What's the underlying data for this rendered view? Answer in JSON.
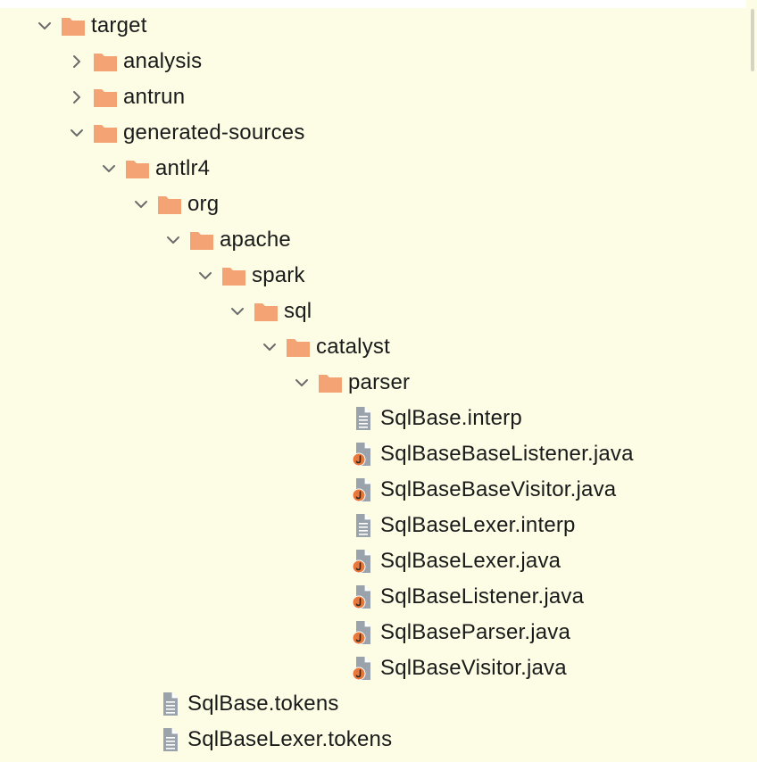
{
  "colors": {
    "background": "#fdfde6",
    "folder": "#f4a474",
    "file": "#9aa2ab",
    "java_badge": "#e9783a",
    "text": "#1a1a1a",
    "chevron": "#6b6b6b"
  },
  "tree": {
    "nodes": [
      {
        "label": "target",
        "depth": 0,
        "type": "folder",
        "state": "expanded",
        "icon": "folder-icon"
      },
      {
        "label": "analysis",
        "depth": 1,
        "type": "folder",
        "state": "collapsed",
        "icon": "folder-icon"
      },
      {
        "label": "antrun",
        "depth": 1,
        "type": "folder",
        "state": "collapsed",
        "icon": "folder-icon"
      },
      {
        "label": "generated-sources",
        "depth": 1,
        "type": "folder",
        "state": "expanded",
        "icon": "folder-icon"
      },
      {
        "label": "antlr4",
        "depth": 2,
        "type": "folder",
        "state": "expanded",
        "icon": "folder-icon"
      },
      {
        "label": "org",
        "depth": 3,
        "type": "folder",
        "state": "expanded",
        "icon": "folder-icon"
      },
      {
        "label": "apache",
        "depth": 4,
        "type": "folder",
        "state": "expanded",
        "icon": "folder-icon"
      },
      {
        "label": "spark",
        "depth": 5,
        "type": "folder",
        "state": "expanded",
        "icon": "folder-icon"
      },
      {
        "label": "sql",
        "depth": 6,
        "type": "folder",
        "state": "expanded",
        "icon": "folder-icon"
      },
      {
        "label": "catalyst",
        "depth": 7,
        "type": "folder",
        "state": "expanded",
        "icon": "folder-icon"
      },
      {
        "label": "parser",
        "depth": 8,
        "type": "folder",
        "state": "expanded",
        "icon": "folder-icon"
      },
      {
        "label": "SqlBase.interp",
        "depth": 9,
        "type": "text",
        "icon": "text-file-icon"
      },
      {
        "label": "SqlBaseBaseListener.java",
        "depth": 9,
        "type": "java",
        "icon": "java-file-icon"
      },
      {
        "label": "SqlBaseBaseVisitor.java",
        "depth": 9,
        "type": "java",
        "icon": "java-file-icon"
      },
      {
        "label": "SqlBaseLexer.interp",
        "depth": 9,
        "type": "text",
        "icon": "text-file-icon"
      },
      {
        "label": "SqlBaseLexer.java",
        "depth": 9,
        "type": "java",
        "icon": "java-file-icon"
      },
      {
        "label": "SqlBaseListener.java",
        "depth": 9,
        "type": "java",
        "icon": "java-file-icon"
      },
      {
        "label": "SqlBaseParser.java",
        "depth": 9,
        "type": "java",
        "icon": "java-file-icon"
      },
      {
        "label": "SqlBaseVisitor.java",
        "depth": 9,
        "type": "java",
        "icon": "java-file-icon"
      },
      {
        "label": "SqlBase.tokens",
        "depth": 3,
        "type": "text",
        "icon": "text-file-icon"
      },
      {
        "label": "SqlBaseLexer.tokens",
        "depth": 3,
        "type": "text",
        "icon": "text-file-icon"
      }
    ]
  }
}
